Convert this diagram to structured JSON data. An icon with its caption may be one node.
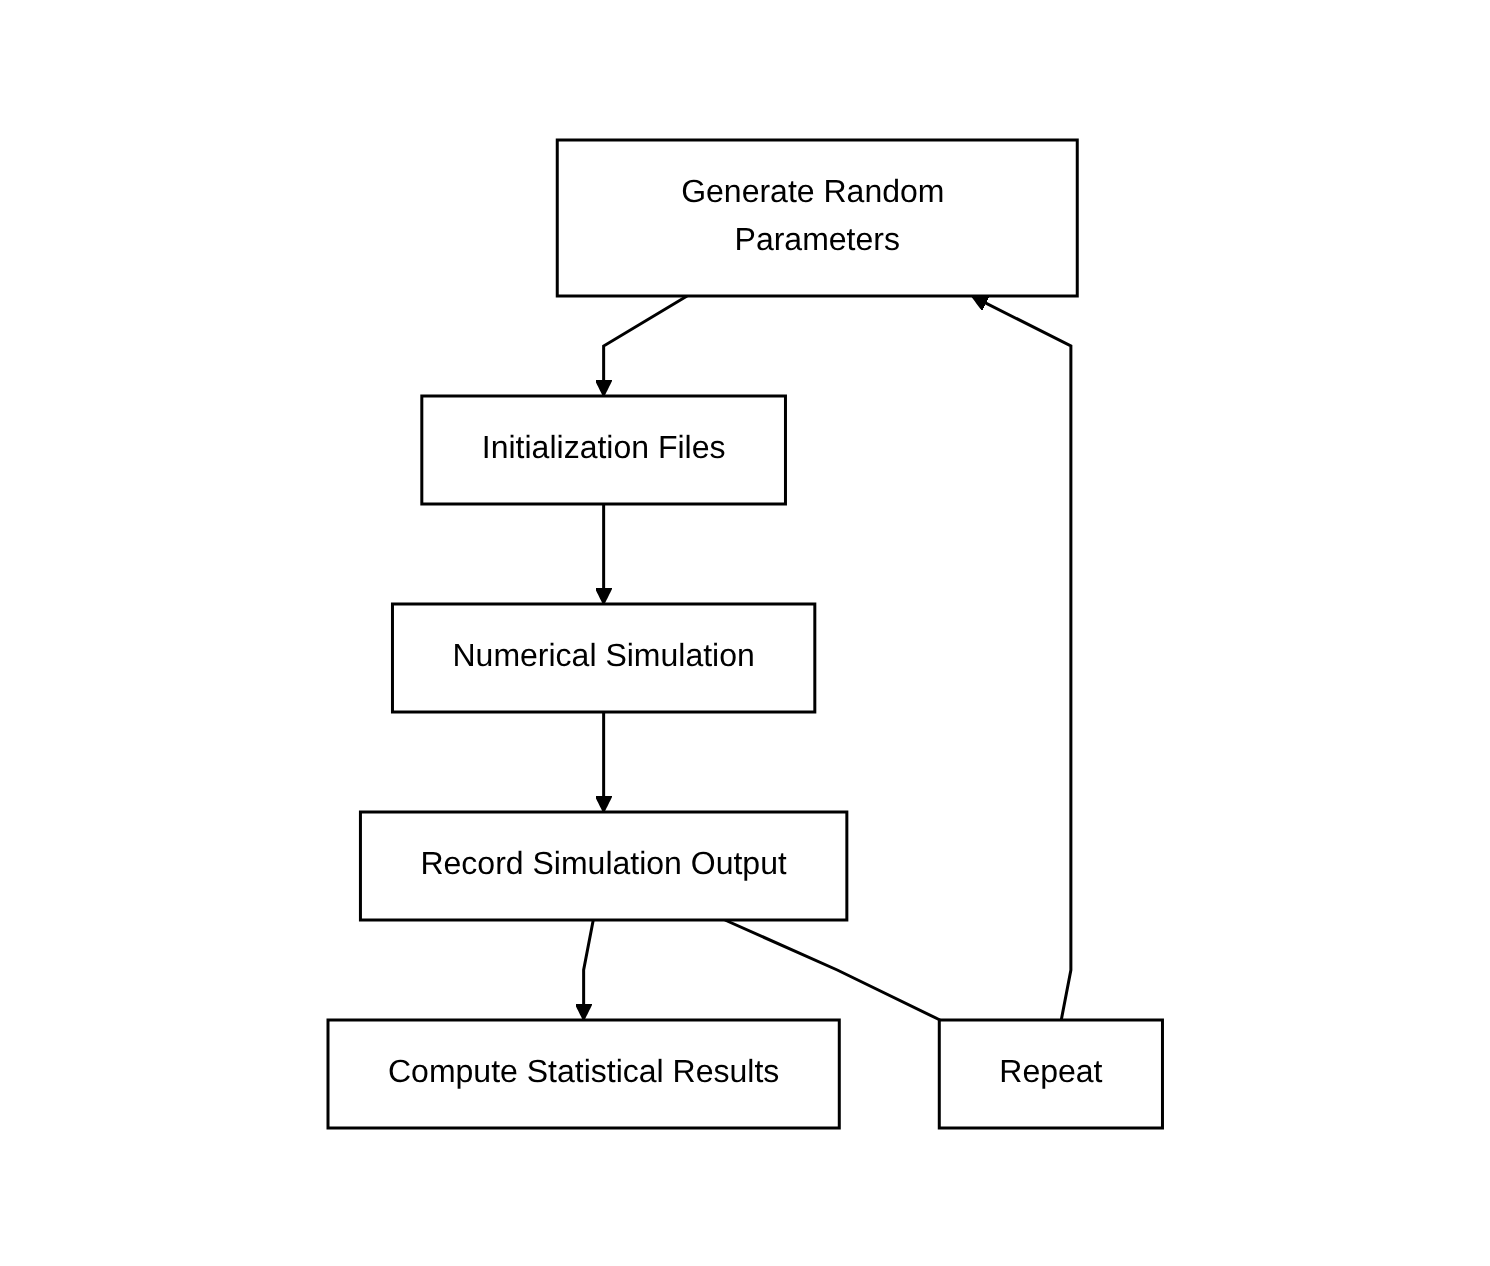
{
  "diagram": {
    "nodes": [
      {
        "text": [
          "Generate Random Parameters"
        ]
      },
      {
        "text": [
          "Initialization Files"
        ]
      },
      {
        "text": [
          "Numerical Simulation"
        ]
      },
      {
        "text": [
          "Record Simulation Output"
        ]
      },
      {
        "text": [
          "Compute Statistical Results"
        ]
      },
      {
        "text": [
          "Repeat"
        ]
      }
    ],
    "edges": [
      {
        "from": 0,
        "to": 1,
        "arrow": "to"
      },
      {
        "from": 1,
        "to": 2,
        "arrow": "to"
      },
      {
        "from": 2,
        "to": 3,
        "arrow": "to"
      },
      {
        "from": 3,
        "to": 4,
        "arrow": "to"
      },
      {
        "from": 3,
        "to": 5,
        "arrow": "none"
      },
      {
        "from": 5,
        "to": 0,
        "arrow": "to"
      }
    ]
  }
}
